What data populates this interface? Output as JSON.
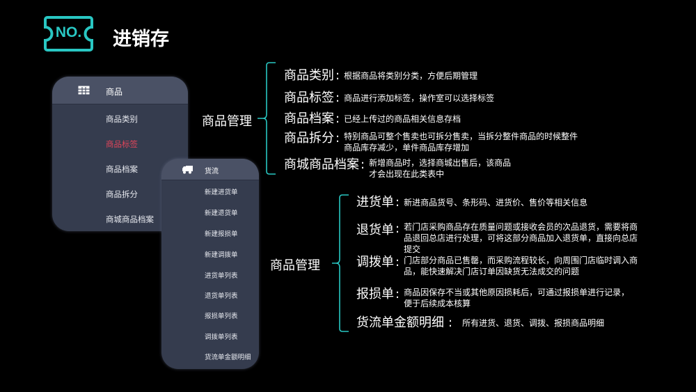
{
  "header": {
    "logo_text": "NO.",
    "title": "进销存"
  },
  "goods_card": {
    "icon": "grid-icon",
    "title": "商品",
    "items": [
      {
        "label": "商品类别",
        "active": false
      },
      {
        "label": "商品标签",
        "active": true
      },
      {
        "label": "商品档案",
        "active": false
      },
      {
        "label": "商品拆分",
        "active": false
      },
      {
        "label": "商城商品档案",
        "active": false
      }
    ]
  },
  "logistics_card": {
    "icon": "truck-icon",
    "title": "货流",
    "items": [
      "新建进货单",
      "新建退货单",
      "新建报损单",
      "新建调拨单",
      "进货单列表",
      "退货单列表",
      "报损单列表",
      "调拨单列表",
      "货流单金额明细"
    ]
  },
  "group1": {
    "label": "商品管理",
    "rows": [
      {
        "term": "商品类别",
        "desc": [
          "根据商品将类别分类，方便后期管理"
        ]
      },
      {
        "term": "商品标签",
        "desc": [
          "商品进行添加标签，操作室可以选择标签"
        ]
      },
      {
        "term": "商品档案",
        "desc": [
          "已经上传过的商品相关信息存档"
        ]
      },
      {
        "term": "商品拆分",
        "desc": [
          "特别商品可整个售卖也可拆分售卖，当拆分整件商品的时候整件",
          "商品库存减少，单件商品库存增加"
        ]
      },
      {
        "term": "商城商品档案",
        "desc": [
          "新增商品时，选择商城出售后，该商品",
          "才会出现在此类表中"
        ]
      }
    ]
  },
  "group2": {
    "label": "商品管理",
    "rows": [
      {
        "term": "进货单",
        "desc": [
          "新进商品货号、条形码、进货价、售价等相关信息"
        ]
      },
      {
        "term": "退货单",
        "desc": [
          "若门店采购商品存在质量问题或接收会员的次品退货，需要将商",
          "品退回总店进行处理，可将这部分商品加入退货单，直接向总店",
          "提交"
        ]
      },
      {
        "term": "调拨单",
        "desc": [
          "门店部分商品已售罄，而采购流程较长，向周围门店临时调入商",
          "品，能快速解决门店订单因缺货无法成交的问题"
        ]
      },
      {
        "term": "报损单",
        "desc": [
          "商品因保存不当或其他原因损耗后，可通过报损单进行记录，",
          "便于后续成本核算"
        ]
      },
      {
        "term": "货流单金额明细",
        "desc": [
          "所有进货、退货、调拨、报损商品明细"
        ]
      }
    ]
  },
  "colors": {
    "accent": "#29c7c3",
    "active": "#e0455a",
    "card": "#353c4e",
    "card_header": "#4a5165"
  }
}
